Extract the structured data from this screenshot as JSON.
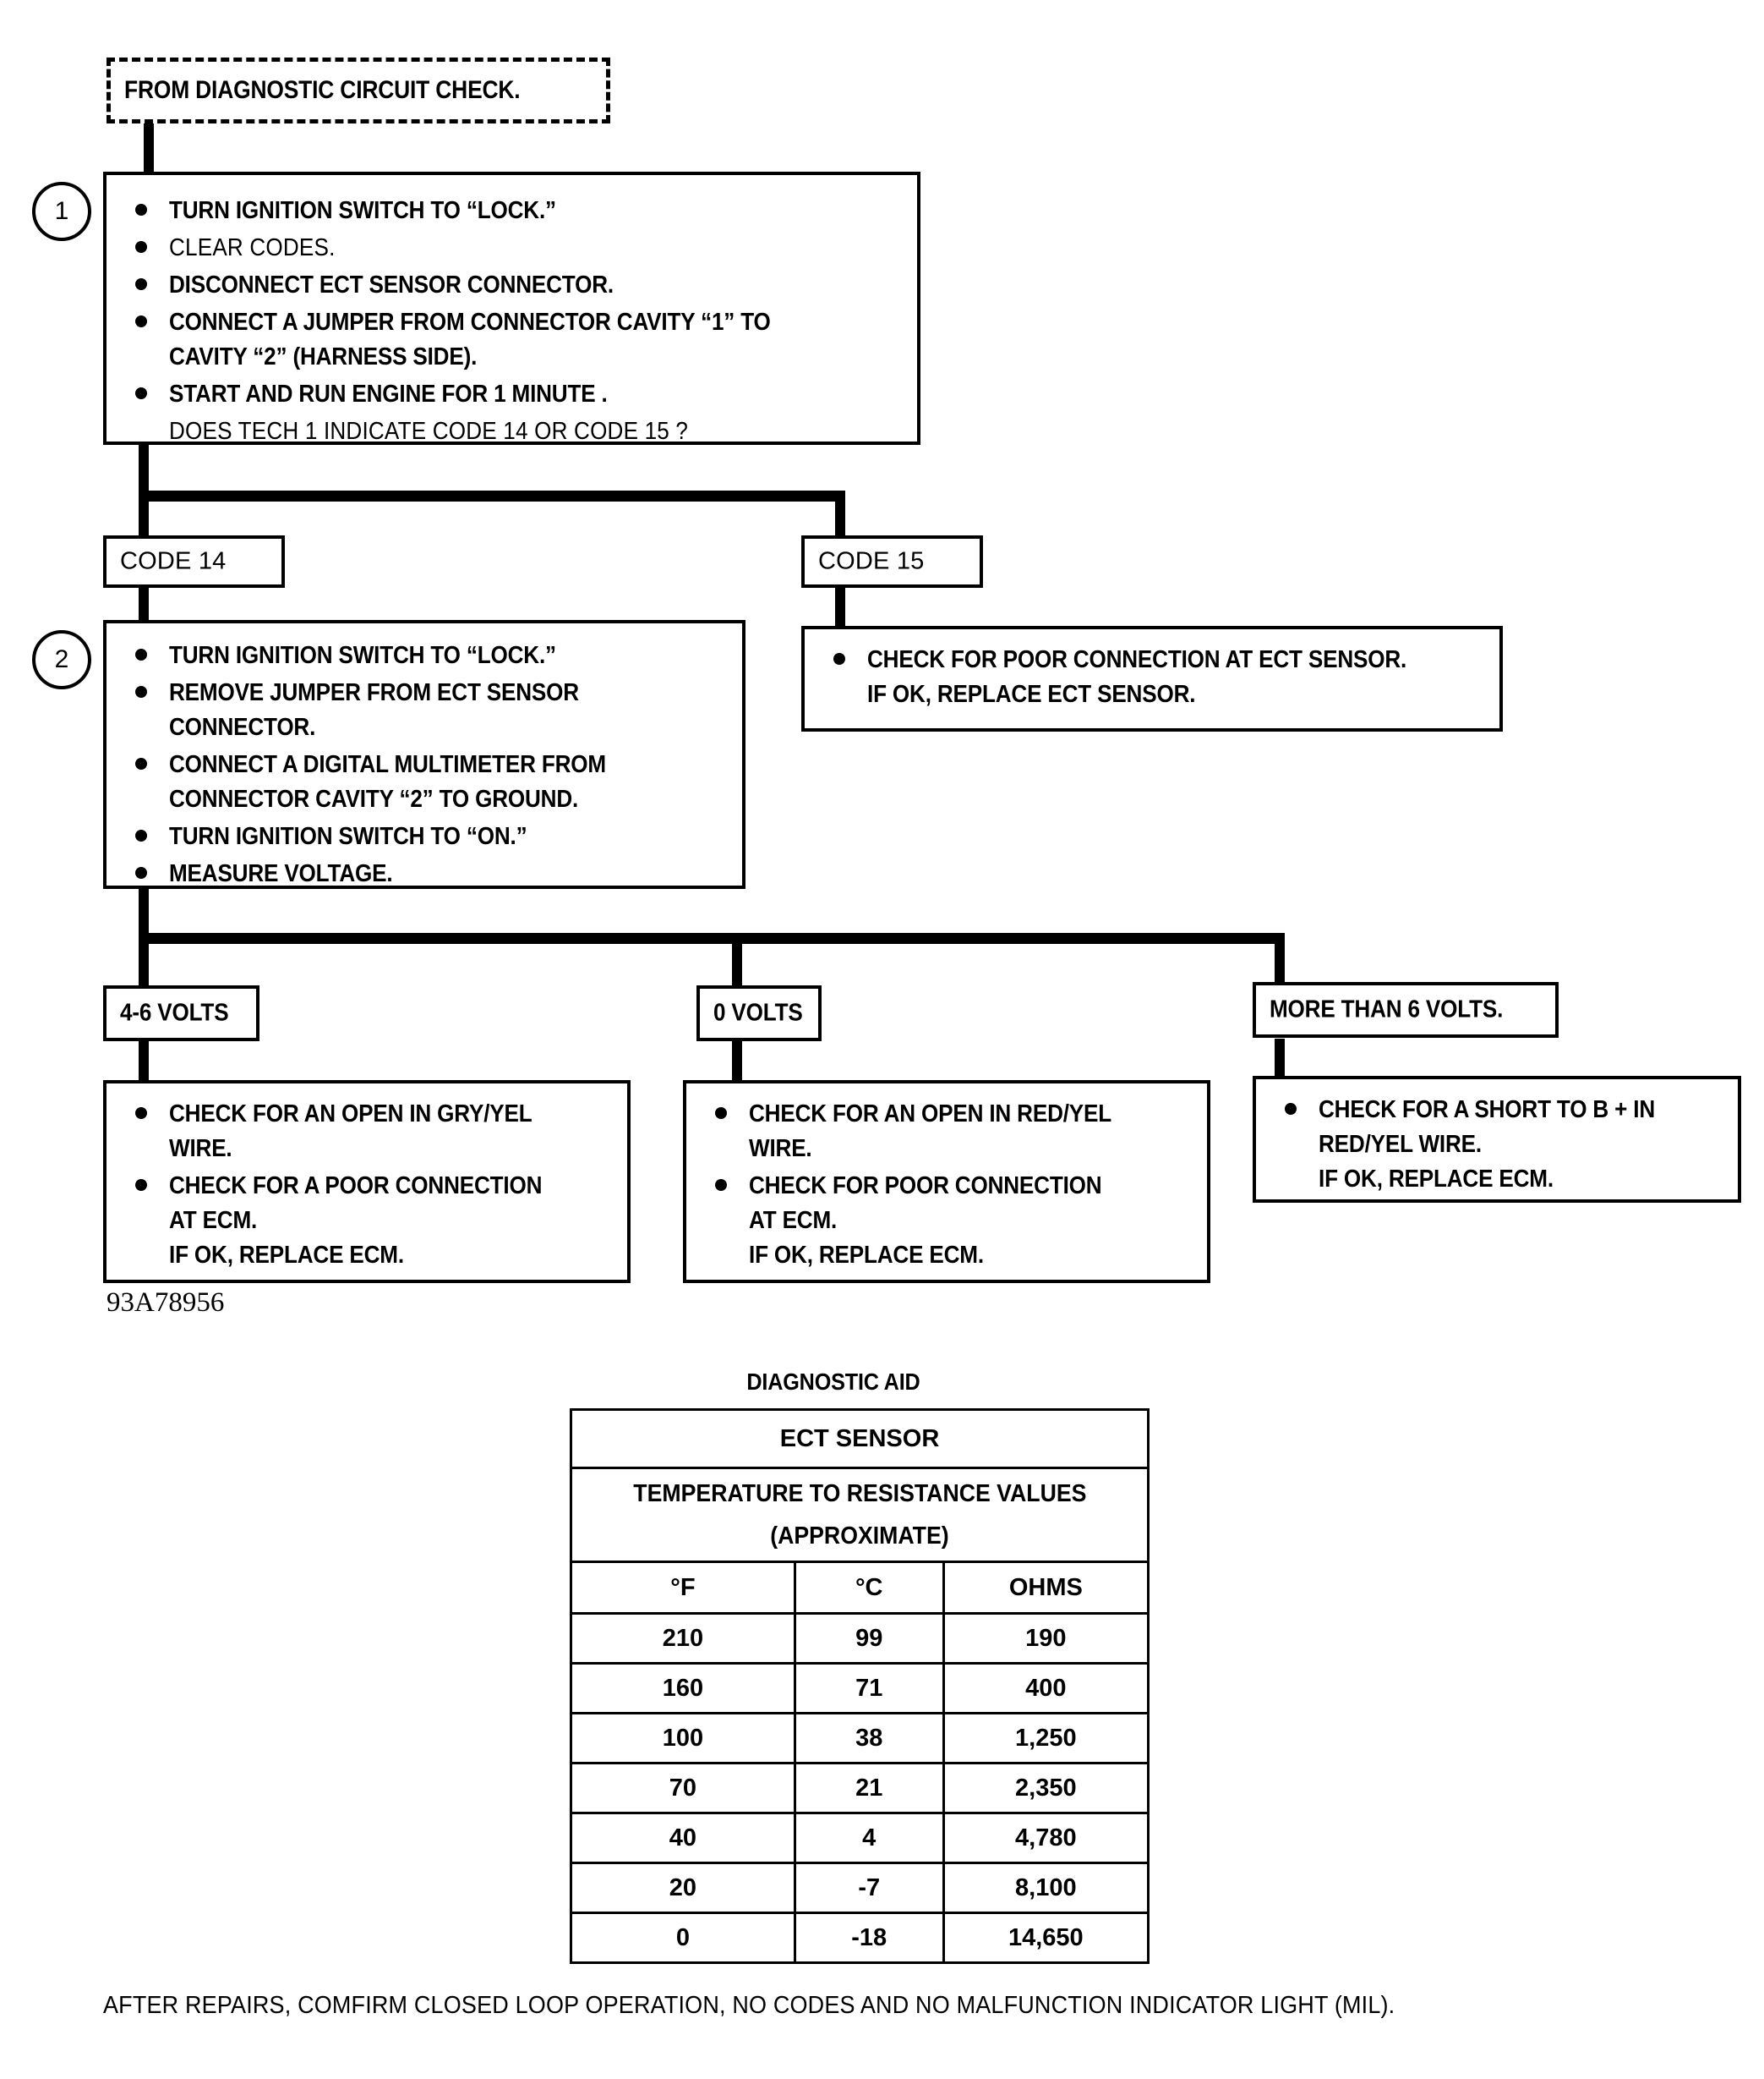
{
  "entry": {
    "label": "FROM DIAGNOSTIC CIRCUIT CHECK."
  },
  "step1": {
    "badge": "1",
    "items": [
      {
        "bullet": true,
        "lines": [
          "TURN IGNITION SWITCH TO “LOCK.”"
        ]
      },
      {
        "bullet": true,
        "lines": [
          "CLEAR CODES."
        ]
      },
      {
        "bullet": true,
        "lines": [
          "DISCONNECT ECT SENSOR CONNECTOR."
        ]
      },
      {
        "bullet": true,
        "lines": [
          "CONNECT A JUMPER FROM CONNECTOR CAVITY “1” TO",
          "CAVITY “2” (HARNESS SIDE)."
        ]
      },
      {
        "bullet": true,
        "lines": [
          "START AND RUN ENGINE FOR 1 MINUTE ."
        ]
      },
      {
        "bullet": false,
        "lines": [
          "DOES TECH 1 INDICATE CODE 14 OR CODE 15 ?"
        ]
      }
    ]
  },
  "branch_codes": {
    "code14": "CODE 14",
    "code15": "CODE 15"
  },
  "code15_action": {
    "items": [
      {
        "bullet": true,
        "lines": [
          "CHECK FOR POOR CONNECTION AT ECT SENSOR.",
          "IF OK, REPLACE ECT SENSOR."
        ]
      }
    ]
  },
  "step2": {
    "badge": "2",
    "items": [
      {
        "bullet": true,
        "lines": [
          "TURN IGNITION SWITCH TO “LOCK.”"
        ]
      },
      {
        "bullet": true,
        "lines": [
          "REMOVE JUMPER FROM ECT SENSOR",
          "CONNECTOR."
        ]
      },
      {
        "bullet": true,
        "lines": [
          "CONNECT A DIGITAL MULTIMETER FROM",
          "CONNECTOR CAVITY “2” TO GROUND."
        ]
      },
      {
        "bullet": true,
        "lines": [
          "TURN IGNITION SWITCH TO “ON.”"
        ]
      },
      {
        "bullet": true,
        "lines": [
          "MEASURE VOLTAGE."
        ]
      }
    ]
  },
  "voltage_labels": {
    "low": "4-6 VOLTS",
    "zero": "0 VOLTS",
    "high": "MORE THAN 6 VOLTS."
  },
  "result_low": {
    "items": [
      {
        "bullet": true,
        "lines": [
          "CHECK FOR AN OPEN IN GRY/YEL",
          "WIRE."
        ]
      },
      {
        "bullet": true,
        "lines": [
          "CHECK FOR A POOR CONNECTION",
          "AT ECM.",
          "IF OK, REPLACE ECM."
        ]
      }
    ]
  },
  "result_zero": {
    "items": [
      {
        "bullet": true,
        "lines": [
          "CHECK FOR AN OPEN IN RED/YEL",
          "WIRE."
        ]
      },
      {
        "bullet": true,
        "lines": [
          "CHECK FOR POOR CONNECTION",
          "AT ECM.",
          "IF OK, REPLACE ECM."
        ]
      }
    ]
  },
  "result_high": {
    "items": [
      {
        "bullet": true,
        "lines": [
          "CHECK FOR A SHORT TO B + IN",
          "RED/YEL WIRE.",
          "IF OK, REPLACE ECM."
        ]
      }
    ]
  },
  "figure_reference": "93A78956",
  "diagnostic_aid": {
    "title": "DIAGNOSTIC AID",
    "table_title": "ECT SENSOR",
    "table_subtitle_line1": "TEMPERATURE TO RESISTANCE VALUES",
    "table_subtitle_line2": "(APPROXIMATE)",
    "columns": [
      "°F",
      "°C",
      "OHMS"
    ],
    "rows": [
      [
        "210",
        "99",
        "190"
      ],
      [
        "160",
        "71",
        "400"
      ],
      [
        "100",
        "38",
        "1,250"
      ],
      [
        "70",
        "21",
        "2,350"
      ],
      [
        "40",
        "4",
        "4,780"
      ],
      [
        "20",
        "-7",
        "8,100"
      ],
      [
        "0",
        "-18",
        "14,650"
      ]
    ]
  },
  "footer": {
    "note": "AFTER REPAIRS, COMFIRM CLOSED LOOP OPERATION, NO CODES AND NO MALFUNCTION INDICATOR LIGHT (MIL)."
  }
}
